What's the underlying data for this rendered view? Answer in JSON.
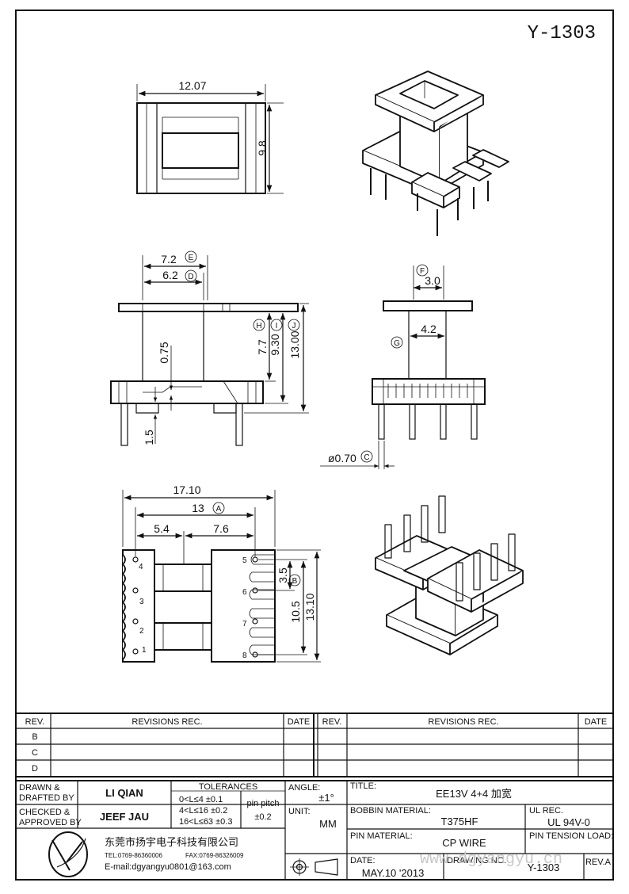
{
  "drawing_id": "Y-1303",
  "dims": {
    "top_width": "12.07",
    "top_height": "9.8",
    "e_dim": "7.2",
    "d_dim": "6.2",
    "wall": "0.75",
    "pin_len": "1.5",
    "h_dim": "7.7",
    "i_dim": "9.30",
    "j_dim": "13.00",
    "f_dim": "3.0",
    "g_dim": "4.2",
    "pin_dia": "ø0.70",
    "overall_width": "17.10",
    "a_dim": "13",
    "left_pitch": "5.4",
    "right_pitch": "7.6",
    "b_dim": "3.5",
    "row_span": "10.5",
    "overall_height": "13.10"
  },
  "callouts": {
    "a": "A",
    "b": "B",
    "c": "C",
    "d": "D",
    "e": "E",
    "f": "F",
    "g": "G",
    "h": "H",
    "i": "I",
    "j": "J"
  },
  "pin_numbers": [
    "1",
    "2",
    "3",
    "4",
    "5",
    "6",
    "7",
    "8"
  ],
  "revisions": {
    "left_header": {
      "rev": "REV.",
      "desc": "REVISIONS   REC.",
      "date": "DATE"
    },
    "right_header": {
      "rev": "REV.",
      "desc": "REVISIONS   REC.",
      "date": "DATE"
    },
    "rows": [
      "B",
      "C",
      "D"
    ]
  },
  "title_block": {
    "drawn_label_1": "DRAWN &",
    "drawn_label_2": "DRAFTED BY",
    "drawn_by": "LI QIAN",
    "checked_label_1": "CHECKED &",
    "checked_label_2": "APPROVED BY",
    "checked_by": "JEEF JAU",
    "tolerances_label": "TOLERANCES",
    "tol_1": "0<L≤4   ±0.1",
    "tol_2": "4<L≤16  ±0.2",
    "tol_3": "16<L≤63 ±0.3",
    "pin_pitch_label": "pin pitch",
    "pin_pitch_value": "±0.2",
    "angle_label": "ANGLE:",
    "angle_value": "±1°",
    "unit_label": "UNIT:",
    "unit_value": "MM",
    "title_label": "TITLE:",
    "title_value": "EE13V 4+4 加宽",
    "bobbin_label": "BOBBIN MATERIAL:",
    "bobbin_value": "T375HF",
    "ul_label": "UL REC.",
    "ul_value": "UL 94V-0",
    "pin_material_label": "PIN MATERIAL:",
    "pin_material_value": "CP WIRE",
    "pin_tension_label": "PIN TENSION LOAD:",
    "date_label": "DATE:",
    "date_value": "MAY.10 '2013",
    "drawing_no_label": "DRAWING NO.",
    "drawing_no_value": "Y-1303",
    "rev_label": "REV.A",
    "company_name": "东莞市扬宇电子科技有限公司",
    "company_tel": "TEL:0769-86360006",
    "company_fax": "FAX:0769-86326009",
    "company_email": "E-mail:dgyangyu0801@163.com",
    "watermark": "www.dgyangyu.cn"
  },
  "colors": {
    "line": "#111111",
    "watermark": "#c9c9c9"
  }
}
